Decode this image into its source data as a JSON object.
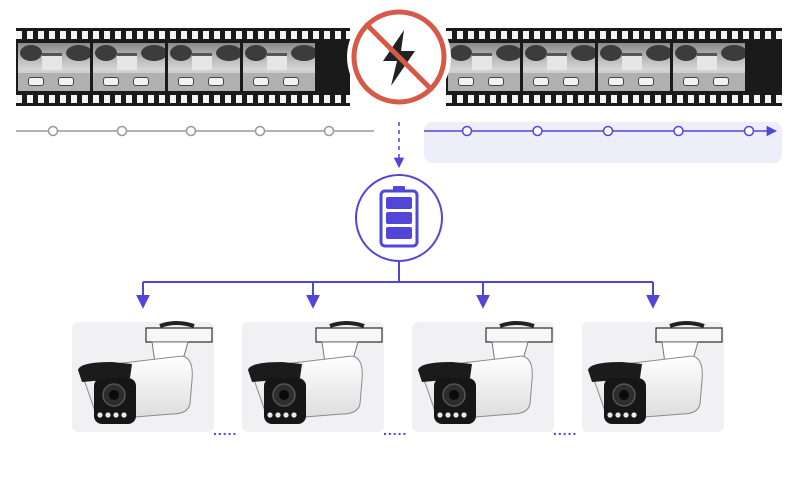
{
  "diagram": {
    "colors": {
      "accent": "#5146d8",
      "timeline_gray": "#9a9a9a",
      "no_power_red": "#d65a48",
      "highlight_band": "#eeeefb",
      "camera_panel": "#f1f1f4"
    },
    "icons": {
      "power_status": "no-power-icon",
      "storage": "battery-icon",
      "device": "bullet-camera-icon"
    },
    "timeline": {
      "left_node_count": 5,
      "right_node_count": 5
    },
    "cameras": {
      "count": 4,
      "separator_text": "....."
    }
  }
}
